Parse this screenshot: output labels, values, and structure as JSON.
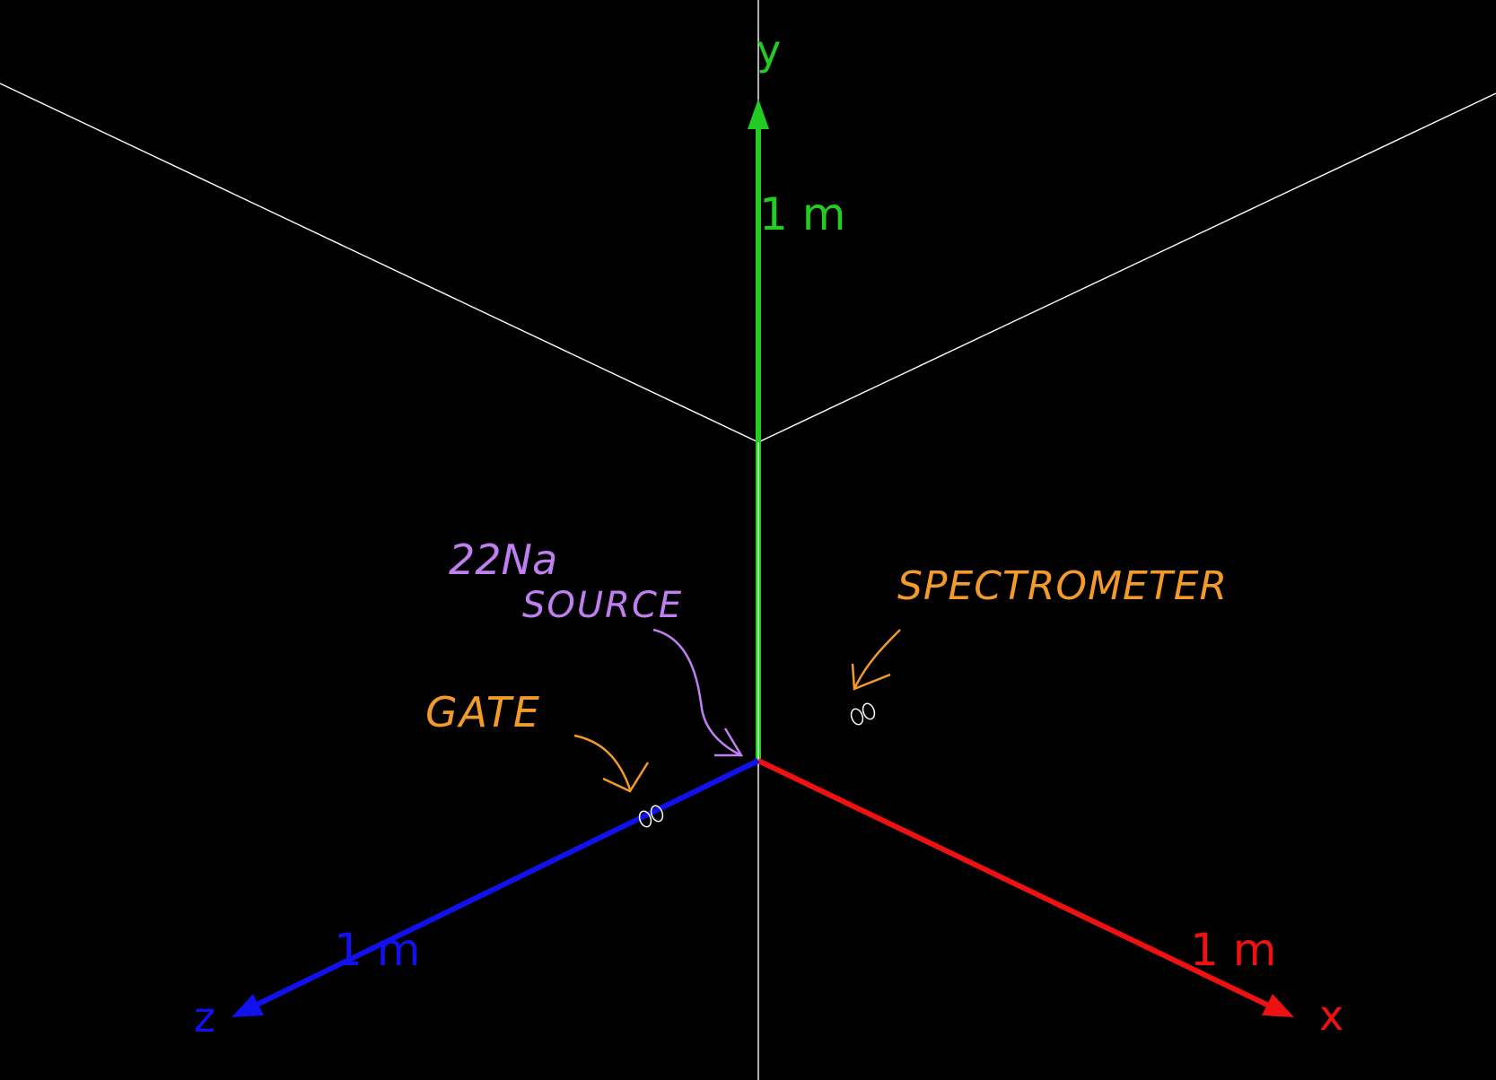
{
  "scene": {
    "background_color": "#000000",
    "wireframe_color": "#ffffff",
    "axes": {
      "x": {
        "label": "x",
        "scale_label": "1 m",
        "color": "#ee1111"
      },
      "y": {
        "label": "y",
        "scale_label": "1 m",
        "color": "#22cc22"
      },
      "z": {
        "label": "z",
        "scale_label": "1 m",
        "color": "#1111ee"
      }
    }
  },
  "annotations": {
    "source_label_line1": "22Na",
    "source_label_line2": "SOURCE",
    "source_color": "#c07ff0",
    "gate_label": "GATE",
    "spectrometer_label": "SPECTROMETER",
    "detector_color": "#f39a2a"
  }
}
